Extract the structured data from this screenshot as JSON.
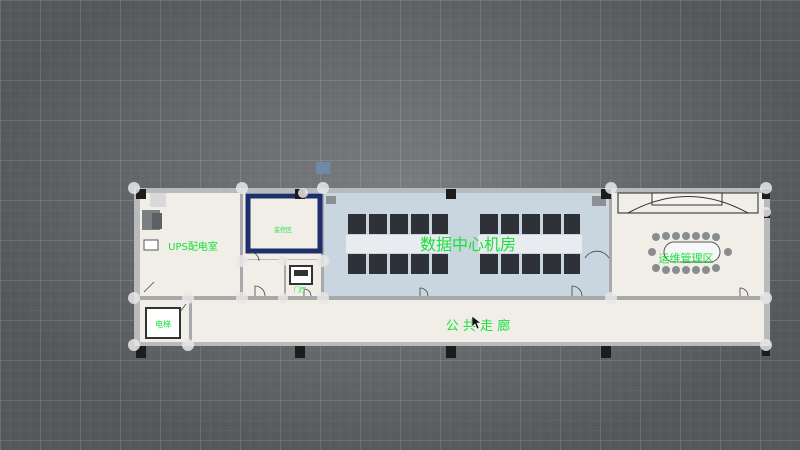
{
  "floorplan": {
    "rooms": {
      "ups": "UPS配电室",
      "monitor": "监控区",
      "datacenter": "数据中心机房",
      "ops": "运维管理区",
      "corridor": "公 共 走 廊",
      "elevator": "电梯",
      "small_room": "门厅"
    },
    "colors": {
      "label_green": "#16e03a",
      "floor_light": "#f0eee6",
      "datacenter_floor": "#c9d6e0",
      "wall": "#a8a9aa",
      "monitor_wall": "#1d2f6a",
      "rack": "#2e3238",
      "column": "#1c1c1c",
      "handle": "#e8e8e8"
    }
  }
}
